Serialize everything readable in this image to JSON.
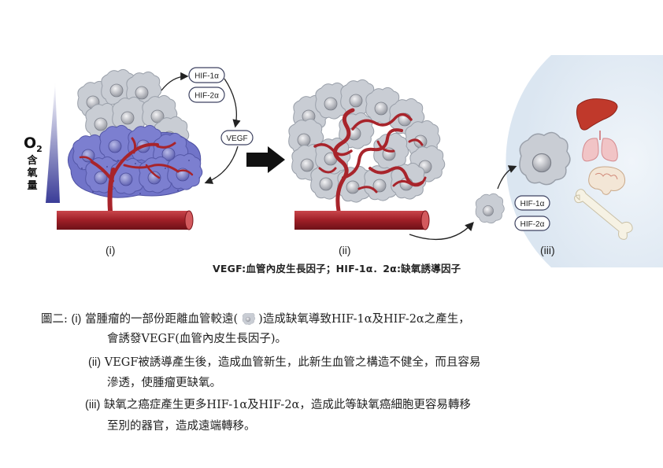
{
  "diagram": {
    "o2_label": "O",
    "o2_sub": "2",
    "o2_chars": [
      "含",
      "氧",
      "量"
    ],
    "stage_labels": [
      "(i)",
      "(ii)",
      "(iii)"
    ],
    "factors_top": [
      "HIF-1α",
      "HIF-2α"
    ],
    "vegf_label": "VEGF",
    "factors_right": [
      "HIF-1α",
      "HIF-2α"
    ],
    "legend": "VEGF:血管內皮生長因子；HIF-1α．2α:缺氧誘導因子"
  },
  "caption": {
    "title": "圖二:",
    "i_marker": "(i)",
    "i_line1_a": "當腫瘤的一部份距離血管較遠(",
    "i_line1_b": ")造成缺氧導致HIF-1α及HIF-2α之產生，",
    "i_line2": "會誘發VEGF(血管內皮生長因子)。",
    "ii_marker": "(ii)",
    "ii_line1": "VEGF被誘導產生後，造成血管新生，此新生血管之構造不健全，而且容易",
    "ii_line2": "滲透，使腫瘤更缺氧。",
    "iii_marker": "(iii)",
    "iii_line1": "缺氧之癌症產生更多HIF-1α及HIF-2α，造成此等缺氧癌細胞更容易轉移",
    "iii_line2": "至別的器官，造成遠端轉移。"
  },
  "colors": {
    "vessel": "#a8242b",
    "tumor_cell": "#c9cdd4",
    "hypoxic_tissue": "#6c6fc4",
    "gradient_top": "#ffffff",
    "gradient_bottom": "#3b3d98",
    "organ_circle": "#e3ecf5"
  }
}
